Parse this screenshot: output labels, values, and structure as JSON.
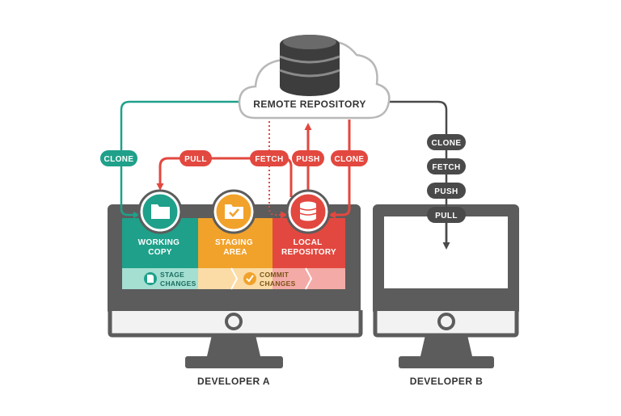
{
  "remote": {
    "label": "REMOTE REPOSITORY"
  },
  "dev_a": {
    "label": "DEVELOPER A",
    "working_copy": [
      "WORKING",
      "COPY"
    ],
    "staging_area": [
      "STAGING",
      "AREA"
    ],
    "local_repository": [
      "LOCAL",
      "REPOSITORY"
    ],
    "stage_changes": [
      "STAGE",
      "CHANGES"
    ],
    "commit_changes": [
      "COMMIT",
      "CHANGES"
    ]
  },
  "dev_b": {
    "label": "DEVELOPER B"
  },
  "pills": {
    "clone_a": "CLONE",
    "pull_a": "PULL",
    "fetch_a": "FETCH",
    "push_a": "PUSH",
    "clone_a2": "CLONE",
    "clone_b": "CLONE",
    "fetch_b": "FETCH",
    "push_b": "PUSH",
    "pull_b": "PULL"
  },
  "colors": {
    "teal": "#1fa08a",
    "red": "#e2483f",
    "orange": "#f1a22b",
    "dark": "#4a4a4a",
    "monitor": "#5a5a5a"
  }
}
